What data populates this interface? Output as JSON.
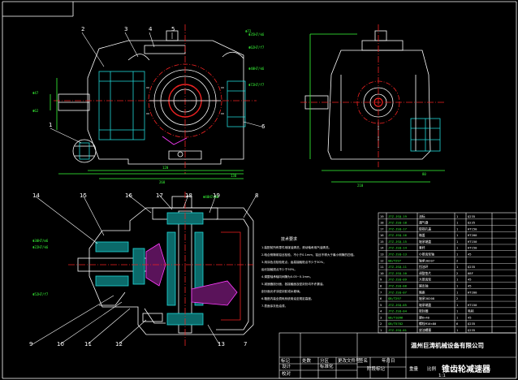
{
  "title_block": {
    "company": "温州巨涛机械设备有限公司",
    "drawing_title": "锥齿轮减速器",
    "header_cells": [
      "标记",
      "处数",
      "分区",
      "更改文件号",
      "签名",
      "年月日"
    ],
    "row_design": [
      "设计",
      "标准化"
    ],
    "row_check": [
      "校对"
    ],
    "stage_cells": [
      "阶段标记",
      "重量",
      "比例"
    ],
    "scale_value": "1:1"
  },
  "tech_notes": {
    "title": "技术要求",
    "lines": [
      "1.装配前所有零件用煤油清洗，滚动轴承用汽油清洗。",
      "2.啮合侧隙用铅丝检验，不小于0.1mm，铅丝不得大于最小侧隙的四倍。",
      "3.用涂色法检验斑点，齿高接触斑点不少于30%，",
      "  齿长接触斑点不少于50%。",
      "4.调整轴承轴向间隙为0.05~0.1mm。",
      "5.减速器剖分面，各接触面及密封处均不许漏油。",
      "  剖分面允许涂密封胶或水玻璃。",
      "6.箱座内装全损耗系统用油至规定高度。",
      "7.表面涂灰色油漆。"
    ]
  },
  "part_numbers": {
    "top_view": [
      "2",
      "3",
      "4",
      "5",
      "1",
      "6"
    ],
    "section_view": [
      "14",
      "15",
      "16",
      "17",
      "18",
      "19",
      "8",
      "9",
      "10",
      "11",
      "12",
      "13",
      "7"
    ]
  },
  "dimension_labels": {
    "top": [
      "Φ47",
      "Φ62",
      "120",
      "268",
      "130",
      "Φ72"
    ],
    "side": [
      "210",
      "80"
    ]
  },
  "fit_annotations": [
    "Φ35H7/k6",
    "Φ62H7/f7",
    "Φ40H7/k6",
    "Φ72H7/f7",
    "Φ30H7/m6",
    "Φ22H7/k6",
    "Φ52H7/f7",
    "Φ40H7/m6"
  ],
  "bom_rows": [
    [
      "19",
      "JTZ-JSQ-19",
      "油标",
      "1",
      "Q235"
    ],
    [
      "18",
      "JTZ-JSQ-18",
      "通气器",
      "1",
      "Q235"
    ],
    [
      "17",
      "JTZ-JSQ-17",
      "窥视孔盖",
      "1",
      "HT150"
    ],
    [
      "16",
      "JTZ-JSQ-16",
      "箱盖",
      "1",
      "HT200"
    ],
    [
      "15",
      "JTZ-JSQ-15",
      "轴承端盖",
      "1",
      "HT150"
    ],
    [
      "14",
      "JTZ-JSQ-14",
      "套杯",
      "1",
      "HT150"
    ],
    [
      "13",
      "JTZ-JSQ-13",
      "小锥齿轮轴",
      "1",
      "45"
    ],
    [
      "12",
      "GB/T297",
      "轴承30207",
      "2",
      ""
    ],
    [
      "11",
      "JTZ-JSQ-11",
      "挡油环",
      "1",
      "Q235"
    ],
    [
      "10",
      "JTZ-JSQ-10",
      "调整垫片",
      "2",
      "08F"
    ],
    [
      "9",
      "JTZ-JSQ-09",
      "大锥齿轮",
      "1",
      "45"
    ],
    [
      "8",
      "JTZ-JSQ-08",
      "输出轴",
      "1",
      "45"
    ],
    [
      "7",
      "JTZ-JSQ-07",
      "箱座",
      "1",
      "HT200"
    ],
    [
      "6",
      "GB/T297",
      "轴承30208",
      "2",
      ""
    ],
    [
      "5",
      "JTZ-JSQ-05",
      "轴承端盖",
      "1",
      "HT150"
    ],
    [
      "4",
      "JTZ-JSQ-04",
      "密封圈",
      "1",
      "毛毡"
    ],
    [
      "3",
      "GB/T1096",
      "键8×40",
      "1",
      "45"
    ],
    [
      "2",
      "GB/T5782",
      "螺栓M10×80",
      "6",
      "Q235"
    ],
    [
      "1",
      "JTZ-JSQ-01",
      "放油螺塞",
      "1",
      "Q235"
    ]
  ]
}
